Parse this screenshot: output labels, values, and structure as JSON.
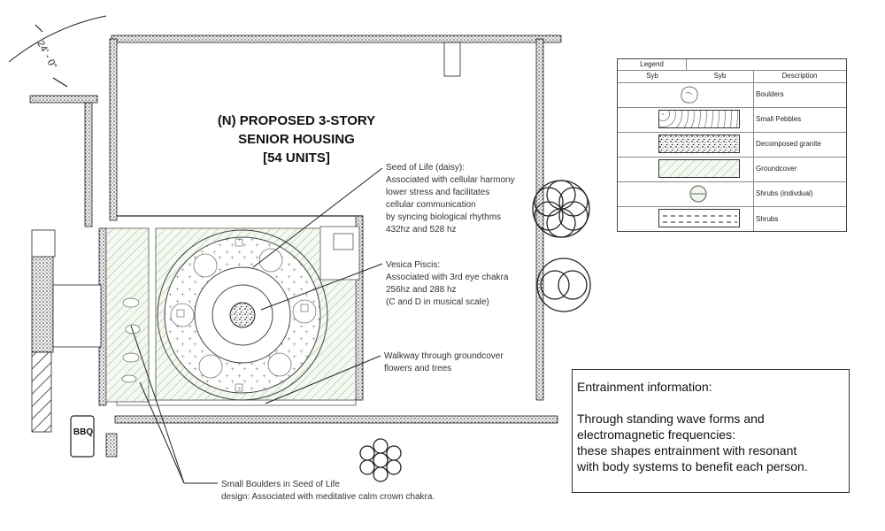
{
  "building": {
    "title_lines": [
      "(N) PROPOSED 3-STORY",
      "SENIOR HOUSING",
      "[54 UNITS]"
    ]
  },
  "dimension": "24' - 0\"",
  "bbq": "BBQ",
  "annotations": {
    "seed_of_life": [
      "Seed of Life (daisy):",
      "Associated with cellular harmony",
      "lower stress and facilitates",
      "cellular communication",
      "by syncing biological rhythms",
      "432hz and 528 hz"
    ],
    "vesica_piscis": [
      "Vesica Piscis:",
      "Associated with 3rd eye chakra",
      "256hz and 288 hz",
      "(C and D in musical scale)"
    ],
    "walkway": [
      "Walkway through groundcover",
      "flowers and trees"
    ],
    "boulders": [
      "Small Boulders in Seed of Life",
      "design: Associated with meditative calm crown chakra."
    ]
  },
  "legend": {
    "title": "Legend",
    "headers": [
      "Syb",
      "Syb",
      "Description"
    ],
    "items": [
      {
        "label": "Boulders",
        "symbol": "boulder-symbol"
      },
      {
        "label": "Small Pebbles",
        "symbol": "pebbles-swatch"
      },
      {
        "label": "Decomposed granite",
        "symbol": "granite-swatch"
      },
      {
        "label": "Groundcover",
        "symbol": "groundcover-swatch"
      },
      {
        "label": "Shrubs (indivdual)",
        "symbol": "shrub-circle-symbol"
      },
      {
        "label": "Shrubs",
        "symbol": "shrubs-dashed-swatch"
      }
    ]
  },
  "entrainment": {
    "title": "Entrainment information:",
    "lines": [
      "Through standing wave forms and",
      "electromagnetic frequencies:",
      "these shapes entrainment with resonant",
      "with body systems to benefit each person."
    ]
  },
  "colors": {
    "line": "#222222",
    "groundcover": "#8fb08a",
    "groundcover_fill": "#eef5ea",
    "wall_fill": "#d9d9d9"
  }
}
